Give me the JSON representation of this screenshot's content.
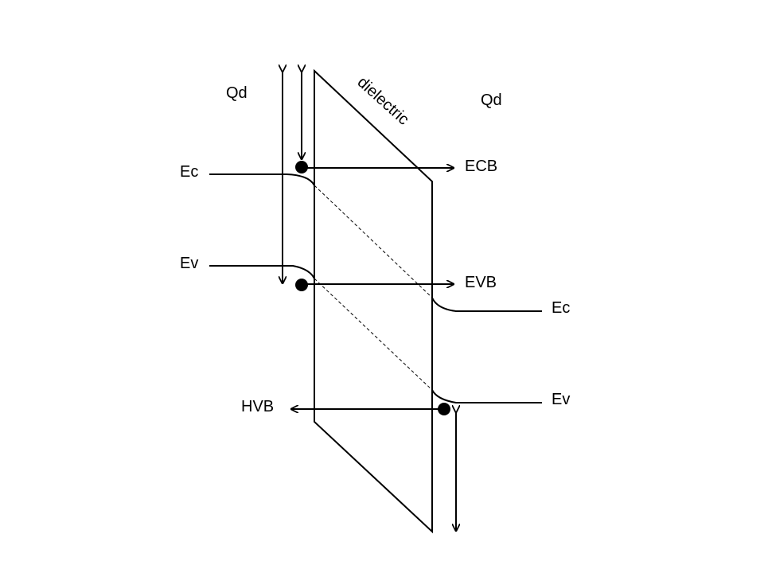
{
  "labels": {
    "qd_left": "Qd",
    "qd_right": "Qd",
    "dielectric": "dielectric",
    "ec_left": "Ec",
    "ev_left": "Ev",
    "ecb": "ECB",
    "evb": "EVB",
    "ec_right": "Ec",
    "ev_right": "Ev",
    "hvb": "HVB"
  },
  "colors": {
    "stroke": "#000000",
    "background": "#ffffff"
  }
}
